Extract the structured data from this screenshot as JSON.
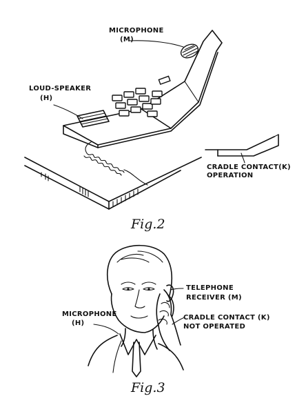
{
  "figure2": {
    "caption": "Fig.2",
    "microphone_label": "MICROPHONE",
    "microphone_code": "(M)",
    "speaker_label": "LOUD-SPEAKER",
    "speaker_code": "(H)",
    "cradle_line1": "CRADLE CONTACT(K)",
    "cradle_line2": "OPERATION"
  },
  "figure3": {
    "caption": "Fig.3",
    "receiver_line1": "TELEPHONE",
    "receiver_line2": "RECEIVER (M)",
    "microphone_label": "MICROPHONE",
    "microphone_code": "(H)",
    "cradle_line1": "CRADLE CONTACT (K)",
    "cradle_line2": "NOT OPERATED"
  }
}
